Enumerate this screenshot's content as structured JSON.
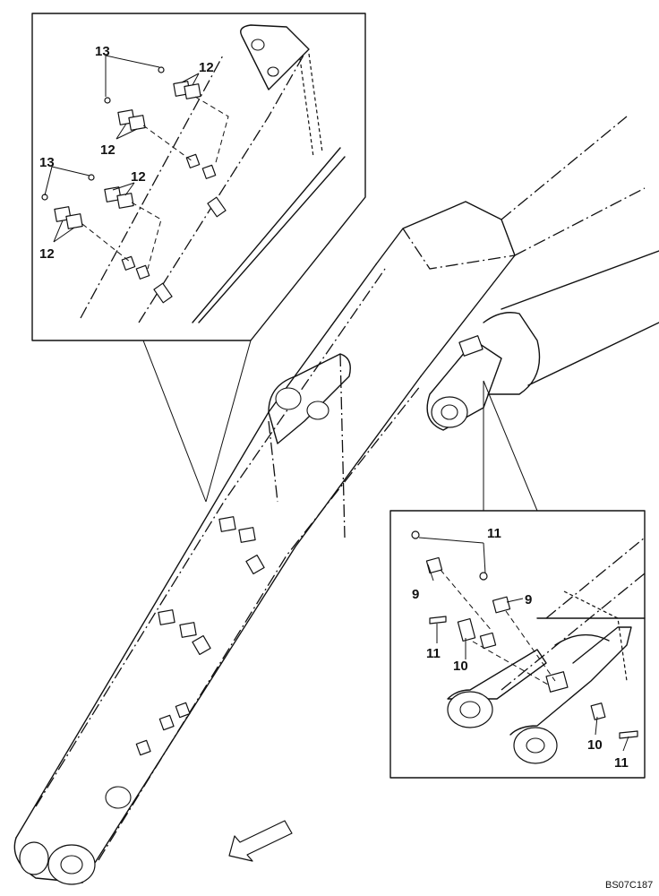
{
  "labels": {
    "c13": "13",
    "c12": "12",
    "c11": "11",
    "c10": "10",
    "c9": "9"
  },
  "drawing_code": "BS07C187",
  "icons": {
    "direction_arrow": "arrow-down-left-icon"
  }
}
